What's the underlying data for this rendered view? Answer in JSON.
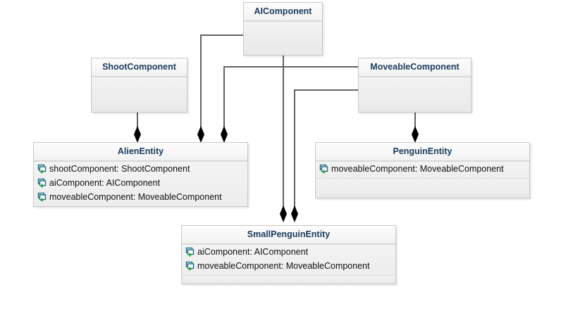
{
  "diagram": {
    "type": "uml-class-diagram",
    "title": "",
    "background_color": "#ffffff",
    "title_text_color": "#1b3a5c",
    "box_fill_color": "#eeeeee",
    "box_border_color": "#c8c8c8",
    "connector_color": "#636363",
    "attribute_icon_name": "field-icon",
    "attribute_icon_colors": {
      "outline": "#1a6b84",
      "badge": "#2a9d3c"
    }
  },
  "classes": [
    {
      "id": "ai-component",
      "name": "AIComponent",
      "attributes": [],
      "empty_compartments": 1
    },
    {
      "id": "shoot-component",
      "name": "ShootComponent",
      "attributes": [],
      "empty_compartments": 1
    },
    {
      "id": "moveable-component",
      "name": "MoveableComponent",
      "attributes": [],
      "empty_compartments": 1
    },
    {
      "id": "alien-entity",
      "name": "AlienEntity",
      "attributes": [
        "shootComponent: ShootComponent",
        "aiComponent: AIComponent",
        "moveableComponent: MoveableComponent"
      ],
      "empty_compartments": 0
    },
    {
      "id": "penguin-entity",
      "name": "PenguinEntity",
      "attributes": [
        "moveableComponent: MoveableComponent"
      ],
      "empty_compartments": 1
    },
    {
      "id": "small-penguin-entity",
      "name": "SmallPenguinEntity",
      "attributes": [
        "aiComponent: AIComponent",
        "moveableComponent: MoveableComponent"
      ],
      "empty_compartments": 1
    }
  ],
  "relationships": [
    {
      "from": "ShootComponent",
      "to": "AlienEntity",
      "kind": "composition"
    },
    {
      "from": "AIComponent",
      "to": "AlienEntity",
      "kind": "composition"
    },
    {
      "from": "MoveableComponent",
      "to": "AlienEntity",
      "kind": "composition"
    },
    {
      "from": "AIComponent",
      "to": "SmallPenguinEntity",
      "kind": "composition"
    },
    {
      "from": "MoveableComponent",
      "to": "SmallPenguinEntity",
      "kind": "composition"
    },
    {
      "from": "MoveableComponent",
      "to": "PenguinEntity",
      "kind": "composition"
    }
  ]
}
